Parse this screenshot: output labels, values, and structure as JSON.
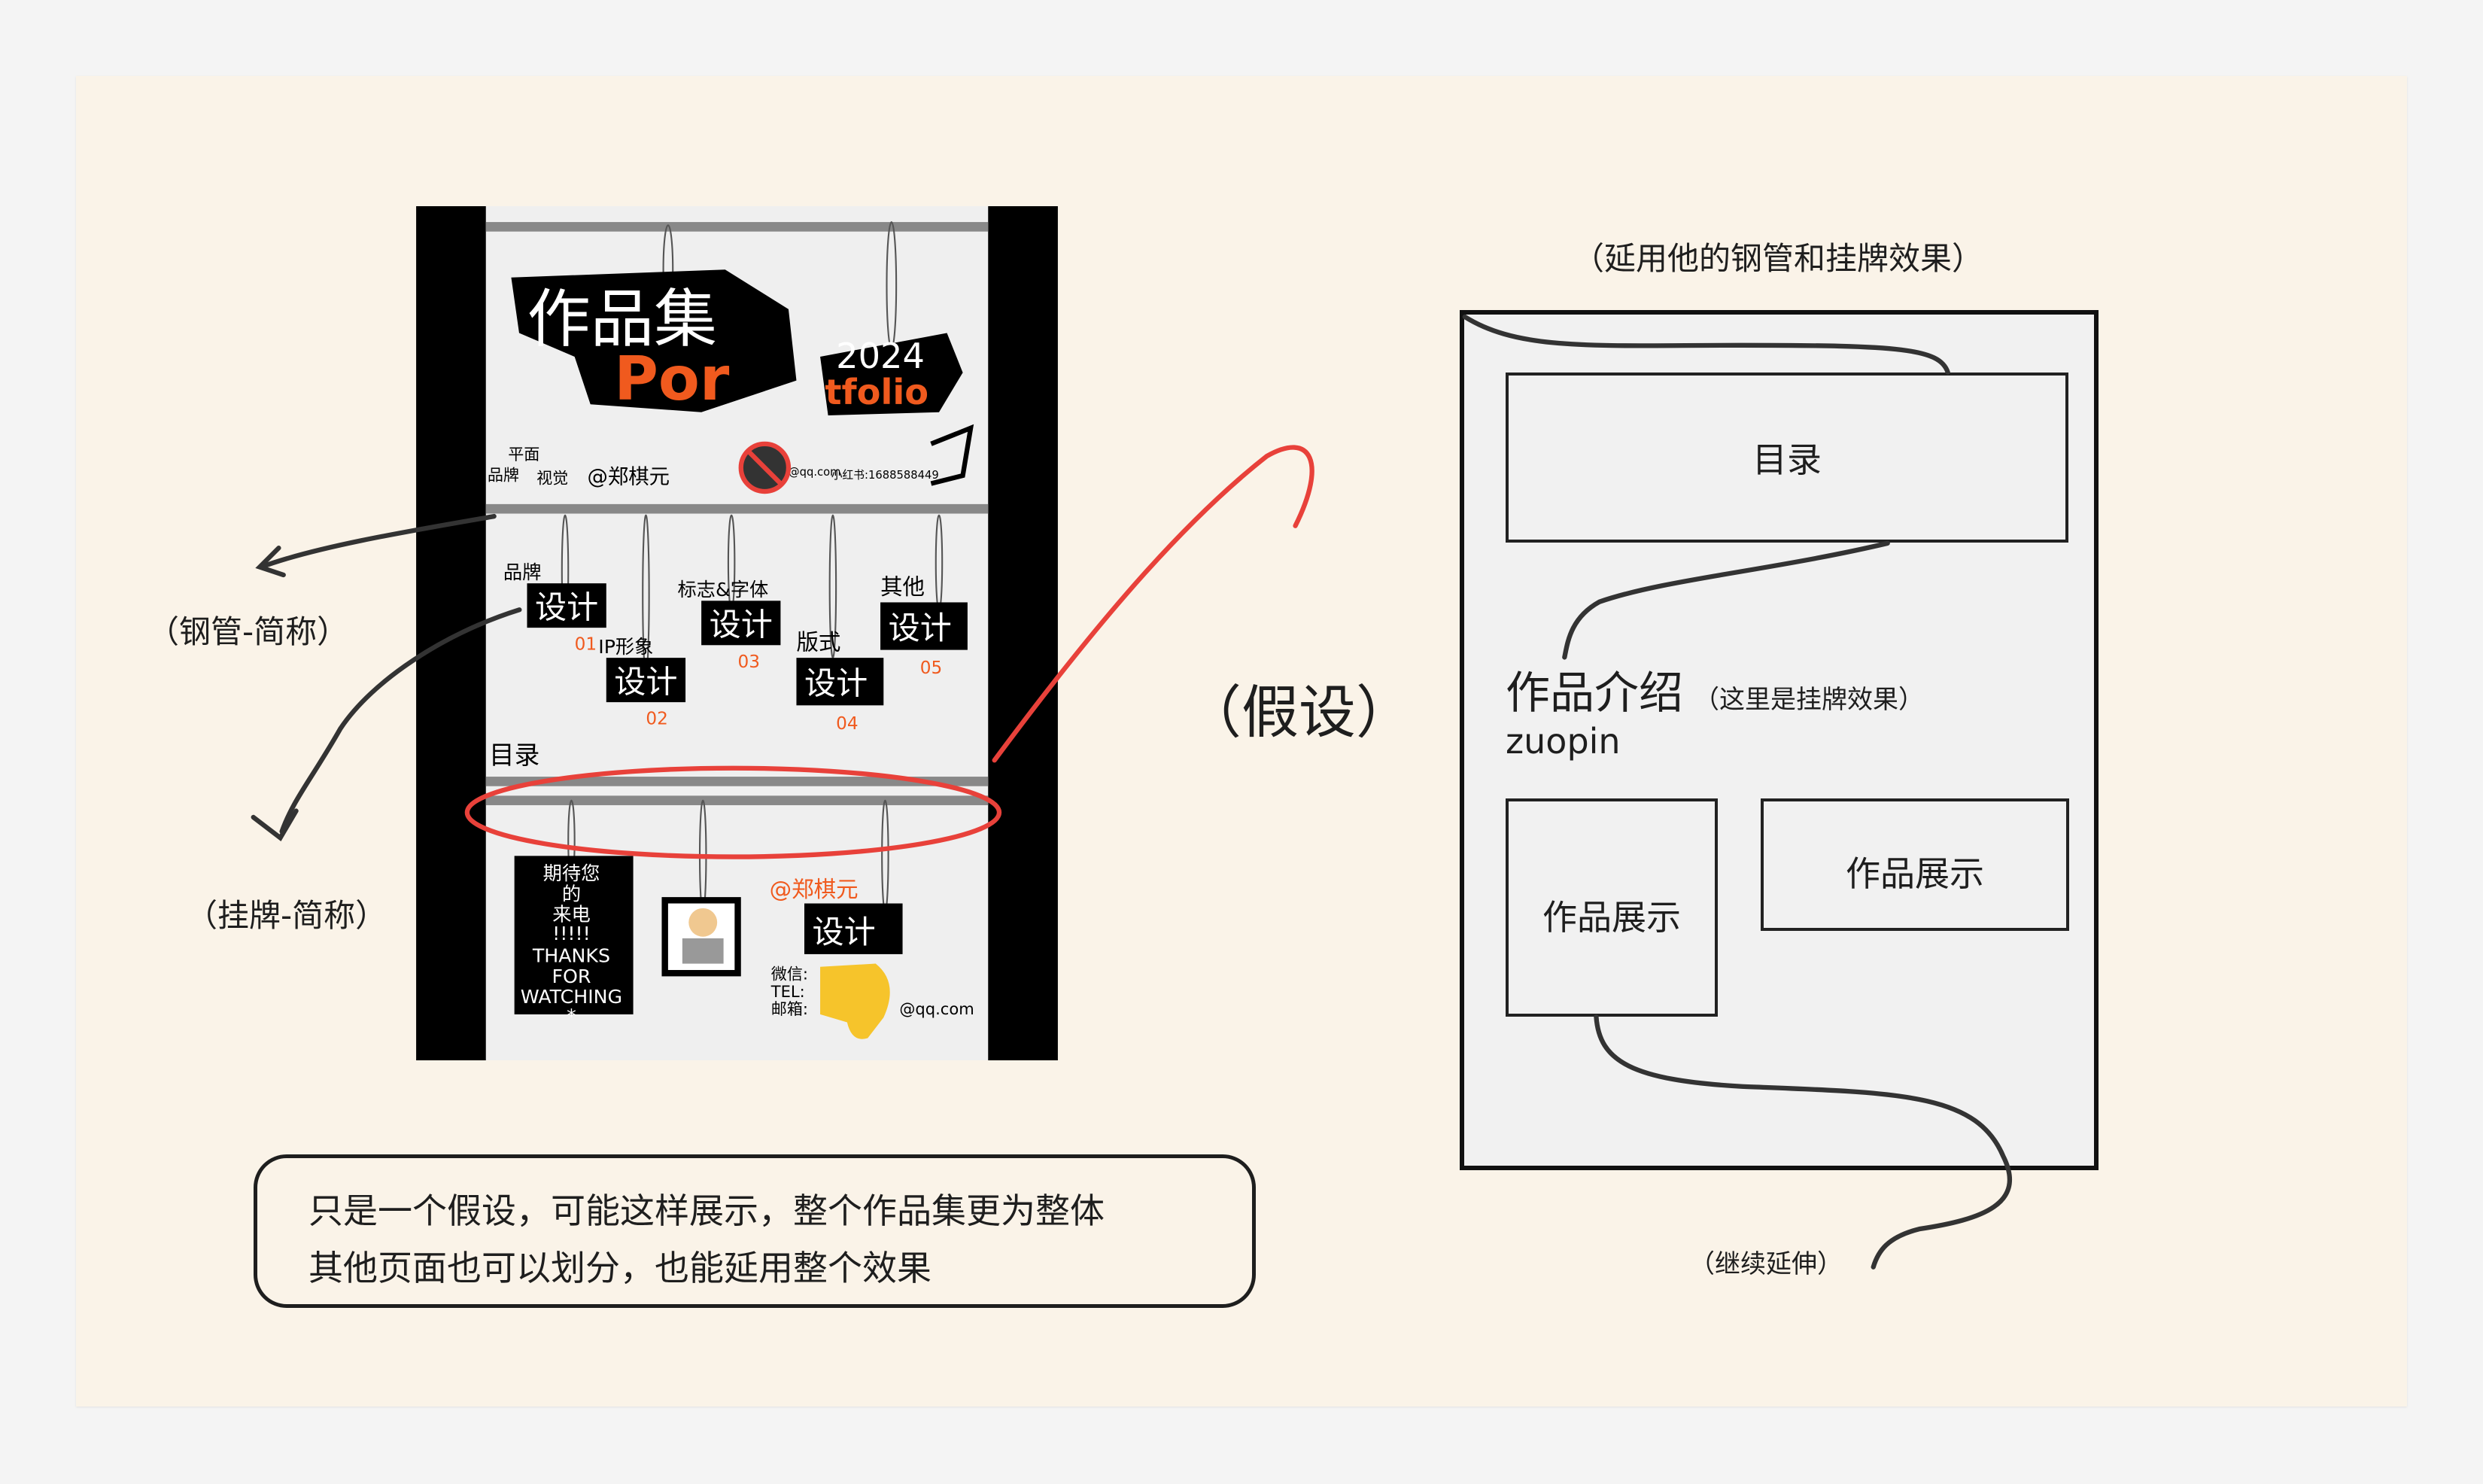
{
  "labels": {
    "pipe_label": "（钢管-简称）",
    "tag_label": "（挂牌-简称）",
    "assume": "（假设）",
    "reuse_caption": "（延用他的钢管和挂牌效果）",
    "continue_caption": "（继续延伸）"
  },
  "note": {
    "line1": "只是一个假设，可能这样展示，整个作品集更为整体",
    "line2": "其他页面也可以划分，也能延用整个效果"
  },
  "wireframe": {
    "toc": "目录",
    "intro_title": "作品介绍",
    "intro_note": "（这里是挂牌效果）",
    "intro_sub": "zuopin",
    "work_left": "作品展示",
    "work_right": "作品展示"
  },
  "phone": {
    "title_cn": "作品集",
    "title_en": "Por",
    "year": "2024",
    "title_en2": "tfolio",
    "tags_top": [
      "平面",
      "品牌",
      "视觉"
    ],
    "handle": "@郑棋元",
    "contact_small": "@qq.com",
    "xiaohongshu": "小红书:1688588449",
    "categories": [
      {
        "name": "品牌",
        "label": "设计",
        "num": "01"
      },
      {
        "name": "IP形象",
        "label": "设计",
        "num": "02"
      },
      {
        "name": "标志&字体",
        "label": "设计",
        "num": "03"
      },
      {
        "name": "版式",
        "label": "设计",
        "num": "04"
      },
      {
        "name": "其他",
        "label": "设计",
        "num": "05"
      }
    ],
    "toc": "目录",
    "thanks": [
      "期待您",
      "的",
      "来电",
      "!!!!!",
      "THANKS",
      "FOR",
      "WATCHING",
      "*"
    ],
    "footer_handle": "@郑棋元",
    "footer_label": "设计",
    "contact": [
      "微信:",
      "TEL:",
      "邮箱:"
    ],
    "email_suffix": "@qq.com"
  },
  "colors": {
    "accent": "#f05a1e",
    "board": "#faf3e8",
    "red_marker": "#e8413a",
    "pencil": "#333333"
  }
}
